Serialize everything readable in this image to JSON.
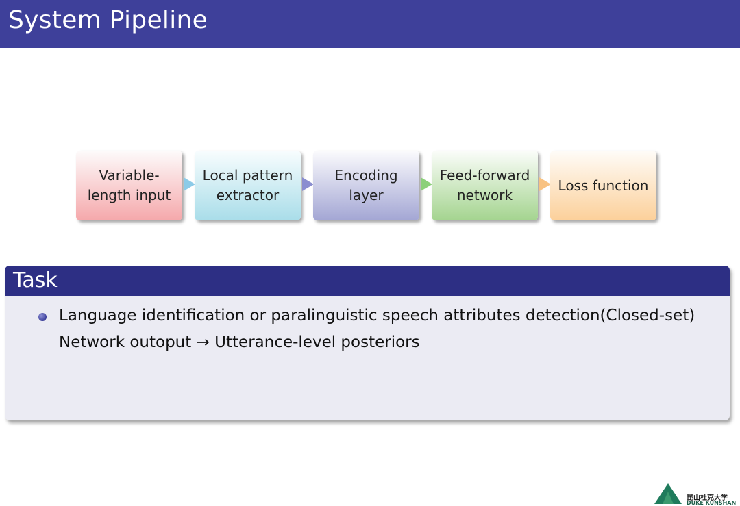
{
  "slide": {
    "title": "System Pipeline"
  },
  "pipeline": {
    "steps": [
      {
        "lines": [
          "Variable-",
          "length input"
        ]
      },
      {
        "lines": [
          "Local pattern",
          "extractor"
        ]
      },
      {
        "lines": [
          "Encoding",
          "layer"
        ]
      },
      {
        "lines": [
          "Feed-forward",
          "network"
        ]
      },
      {
        "lines": [
          "Loss function"
        ]
      }
    ]
  },
  "task": {
    "title": "Task",
    "bullet_line_1": "Language identification or paralinguistic speech attributes detection(Closed-set)",
    "bullet_line_2": "Network outoput → Utterance-level posteriors"
  },
  "logo": {
    "icon": "duke-kunshan-logo-icon",
    "cn_text": "昆山杜克大学",
    "en_text": "DUKE KUNSHAN"
  },
  "colors": {
    "title_bar": "#3e409a",
    "task_header": "#2d2f84",
    "task_body": "#ebebf3"
  }
}
